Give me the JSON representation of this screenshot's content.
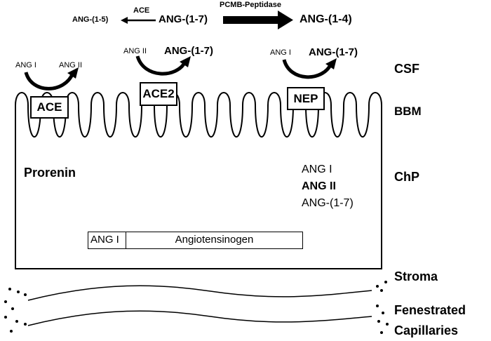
{
  "top_reaction": {
    "product_left": "ANG-(1-5)",
    "enzyme_left": "ACE",
    "substrate": "ANG-(1-7)",
    "enzyme_right": "PCMB-Peptidase",
    "product_right": "ANG-(1-4)"
  },
  "enzymes": [
    {
      "name": "ACE",
      "substrate": "ANG I",
      "product": "ANG II"
    },
    {
      "name": "ACE2",
      "substrate": "ANG II",
      "product": "ANG-(1-7)"
    },
    {
      "name": "NEP",
      "substrate": "ANG I",
      "product": "ANG-(1-7)"
    }
  ],
  "regions": {
    "csf": "CSF",
    "bbm": "BBM",
    "chp": "ChP",
    "stroma": "Stroma",
    "capillaries_line1": "Fenestrated",
    "capillaries_line2": "Capillaries"
  },
  "chp_contents": {
    "prorenin": "Prorenin",
    "peptides": [
      "ANG I",
      "ANG II",
      "ANG-(1-7)"
    ],
    "precursor_left": "ANG I",
    "precursor_right": "Angiotensinogen"
  }
}
